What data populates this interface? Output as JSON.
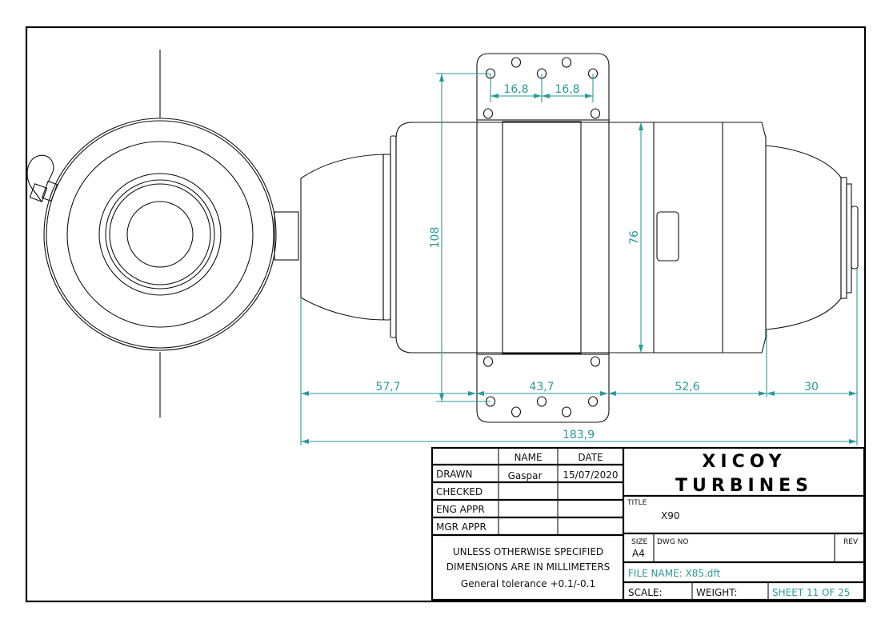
{
  "drawing": {
    "dimensions": {
      "hole_spacing_left": "16,8",
      "hole_spacing_right": "16,8",
      "mount_height": "108",
      "body_diameter": "76",
      "intake_length": "57,7",
      "mount_width": "43,7",
      "body_rear_length": "52,6",
      "exhaust_length": "30",
      "overall_length": "183,9"
    },
    "colors": {
      "dimension": "#2b9a9a",
      "line": "#111111"
    }
  },
  "title_block": {
    "headers": {
      "name": "NAME",
      "date": "DATE"
    },
    "rows": [
      {
        "label": "DRAWN",
        "name": "Gaspar",
        "date": "15/07/2020"
      },
      {
        "label": "CHECKED",
        "name": "",
        "date": ""
      },
      {
        "label": "ENG APPR",
        "name": "",
        "date": ""
      },
      {
        "label": "MGR APPR",
        "name": "",
        "date": ""
      }
    ],
    "notes": [
      "UNLESS OTHERWISE SPECIFIED",
      "DIMENSIONS ARE IN MILLIMETERS",
      "General tolerance +0.1/-0.1"
    ],
    "logo": {
      "line1": "XICOY",
      "line2": "TURBINES"
    },
    "title_label": "TITLE",
    "title": "X90",
    "size_label": "SIZE",
    "size": "A4",
    "dwg_no_label": "DWG NO",
    "rev_label": "REV",
    "file_name": "FILE NAME: X85.dft",
    "scale_label": "SCALE:",
    "weight_label": "WEIGHT:",
    "sheet": "SHEET 11 OF 25"
  }
}
